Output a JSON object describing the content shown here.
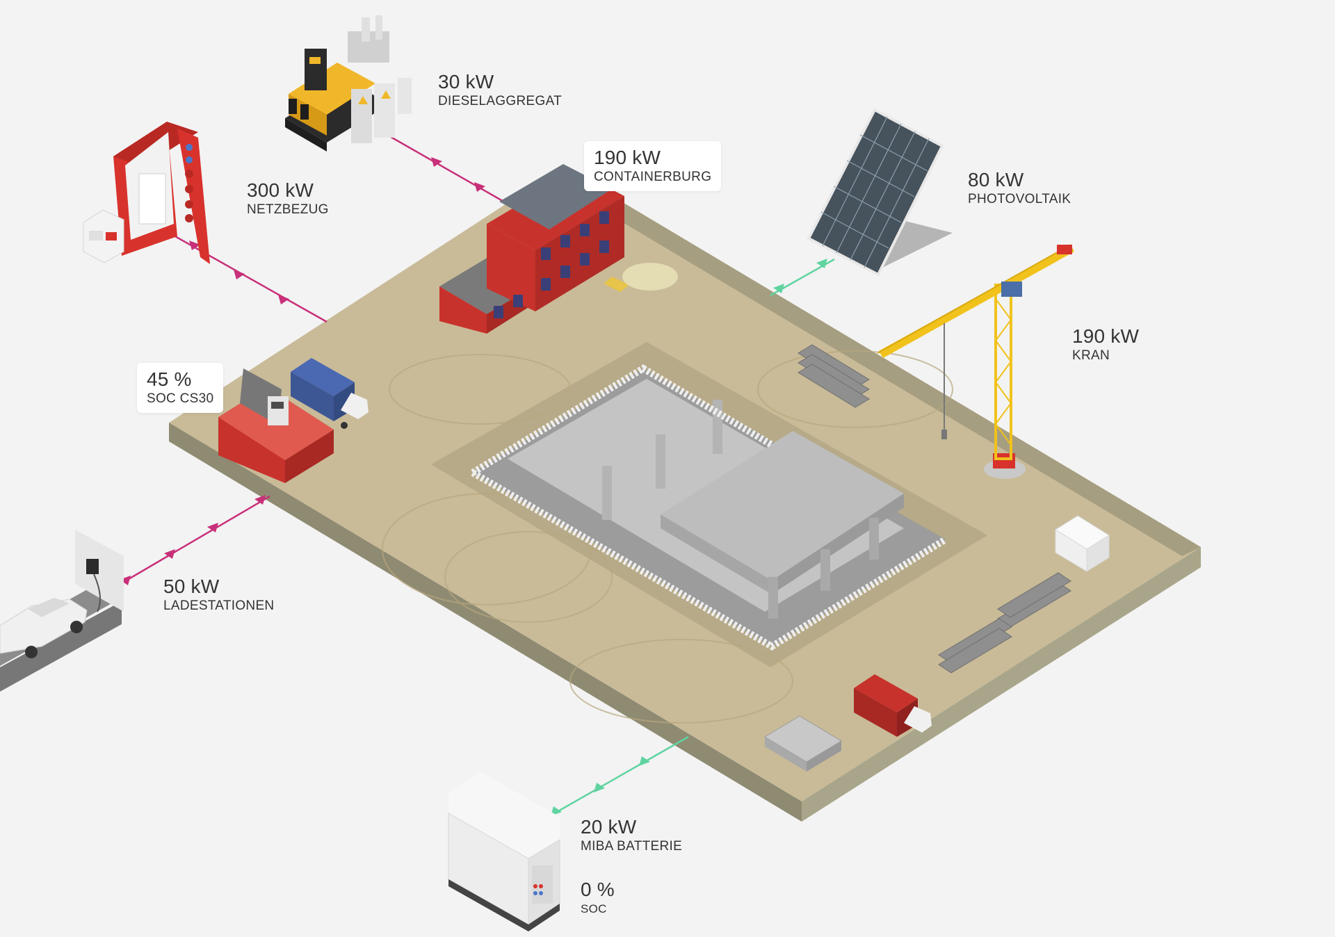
{
  "colors": {
    "background": "#f3f3f3",
    "consumption_flow": "#c8307a",
    "generation_flow": "#5fd3a0",
    "ground": "#c9bb98",
    "ground_side": "#8f8b72",
    "container_red": "#c8322c",
    "text": "#333333"
  },
  "nodes": {
    "diesel": {
      "value": "30 kW",
      "name": "DIESELAGGREGAT",
      "icon": "diesel-generator-icon"
    },
    "grid": {
      "value": "300 kW",
      "name": "NETZBEZUG",
      "icon": "grid-cabinet-icon"
    },
    "containers": {
      "value": "190 kW",
      "name": "CONTAINERBURG",
      "icon": "office-containers-icon"
    },
    "pv": {
      "value": "80 kW",
      "name": "PHOTOVOLTAIK",
      "icon": "solar-panel-icon"
    },
    "crane": {
      "value": "190 kW",
      "name": "KRAN",
      "icon": "tower-crane-icon"
    },
    "storage": {
      "value": "45 %",
      "name": "SOC CS30",
      "icon": "storage-container-icon"
    },
    "charging": {
      "value": "50 kW",
      "name": "LADESTATIONEN",
      "icon": "ev-charger-icon"
    },
    "battery": {
      "value": "20 kW",
      "name": "MIBA BATTERIE",
      "icon": "battery-unit-icon"
    },
    "battery_soc": {
      "value": "0 %",
      "name": "SOC"
    }
  },
  "flows": [
    {
      "from": "diesel",
      "to": "site",
      "direction": "to-site",
      "color": "consumption"
    },
    {
      "from": "grid",
      "to": "site",
      "direction": "to-site",
      "color": "consumption"
    },
    {
      "from": "pv",
      "to": "site",
      "direction": "to-site",
      "color": "generation"
    },
    {
      "from": "site",
      "to": "charging",
      "direction": "to-node",
      "color": "consumption"
    },
    {
      "from": "battery",
      "to": "site",
      "direction": "to-site",
      "color": "generation"
    }
  ]
}
